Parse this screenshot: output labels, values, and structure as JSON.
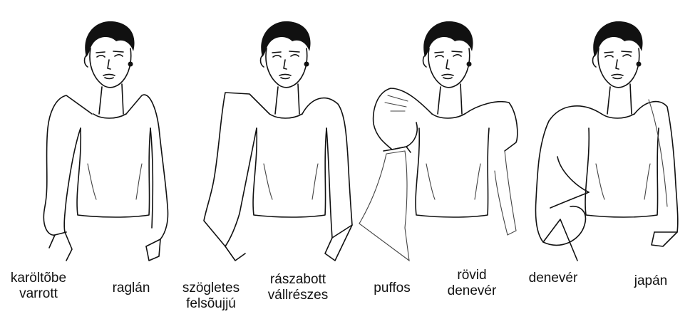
{
  "labels": {
    "l1": {
      "line1": "karöltõbe",
      "line2": "varrott"
    },
    "l2": {
      "line1": "raglán"
    },
    "l3": {
      "line1": "szögletes",
      "line2": "felsõujjú"
    },
    "l4": {
      "line1": "rászabott",
      "line2": "vállrészes"
    },
    "l5": {
      "line1": "puffos"
    },
    "l6": {
      "line1": "rövid",
      "line2": "denevér"
    },
    "l7": {
      "line1": "denevér"
    },
    "l8": {
      "line1": "japán"
    }
  }
}
